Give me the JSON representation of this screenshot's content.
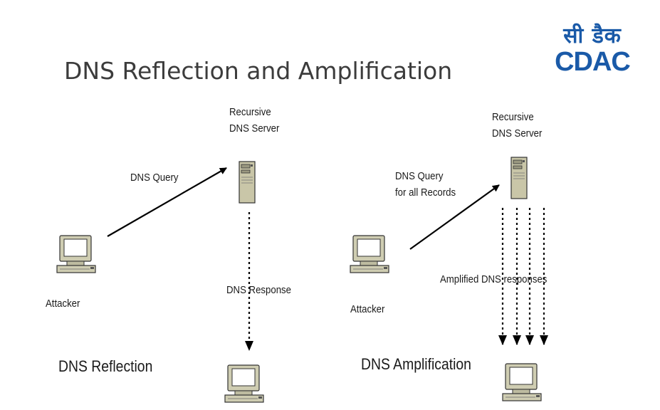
{
  "slide": {
    "title": "DNS Reflection and Amplification",
    "logo": {
      "hindi": "सी डैक",
      "english": "CDAC",
      "color": "#1a5aa8"
    }
  },
  "reflection": {
    "server_label": [
      "Recursive",
      "DNS Server"
    ],
    "query_label": "DNS Query",
    "response_label": "DNS Response",
    "attacker_label": "Attacker",
    "caption": "DNS Reflection"
  },
  "amplification": {
    "server_label": [
      "Recursive",
      "DNS Server"
    ],
    "query_label": [
      "DNS Query",
      "for all Records"
    ],
    "response_label": "Amplified DNS responses",
    "attacker_label": "Attacker",
    "caption": "DNS Amplification"
  },
  "icons": {
    "server": "server-tower-icon",
    "computer": "desktop-computer-icon"
  }
}
